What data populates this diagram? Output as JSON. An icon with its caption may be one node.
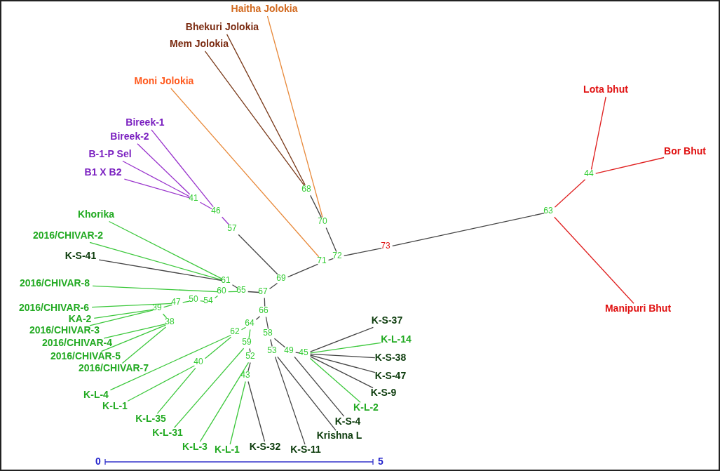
{
  "diagram": {
    "nodes": [
      {
        "text": [
          "Haitha Jolokia"
        ]
      },
      {
        "text": [
          "Bhekuri Jolokia"
        ]
      },
      {
        "text": [
          "Mem Jolokia"
        ]
      },
      {
        "text": [
          "Moni Jolokia"
        ]
      },
      {
        "text": [
          "Lota bhut"
        ]
      },
      {
        "text": [
          "Bor Bhut"
        ]
      },
      {
        "text": [
          "Manipuri Bhut"
        ]
      },
      {
        "text": [
          "Bireek-1"
        ]
      },
      {
        "text": [
          "Bireek-2"
        ]
      },
      {
        "text": [
          "B-1-P Sel"
        ]
      },
      {
        "text": [
          "B1 X B2"
        ]
      },
      {
        "text": [
          "Khorika"
        ]
      },
      {
        "text": [
          "2016/CHIVAR-2"
        ]
      },
      {
        "text": [
          "K-S-41"
        ]
      },
      {
        "text": [
          "2016/CHIVAR-8"
        ]
      },
      {
        "text": [
          "2016/CHIVAR-6"
        ]
      },
      {
        "text": [
          "KA-2"
        ]
      },
      {
        "text": [
          "2016/CHIVAR-3"
        ]
      },
      {
        "text": [
          "2016/CHIVAR-4"
        ]
      },
      {
        "text": [
          "2016/CHIVAR-5"
        ]
      },
      {
        "text": [
          "2016/CHIVAR-7"
        ]
      },
      {
        "text": [
          "K-L-4"
        ]
      },
      {
        "text": [
          "K-L-1"
        ]
      },
      {
        "text": [
          "K-L-35"
        ]
      },
      {
        "text": [
          "K-L-31"
        ]
      },
      {
        "text": [
          "K-L-3"
        ]
      },
      {
        "text": [
          "K-L-1"
        ]
      },
      {
        "text": [
          "K-S-32"
        ]
      },
      {
        "text": [
          "K-S-11"
        ]
      },
      {
        "text": [
          "Krishna L"
        ]
      },
      {
        "text": [
          "K-S-4"
        ]
      },
      {
        "text": [
          "K-L-2"
        ]
      },
      {
        "text": [
          "K-S-9"
        ]
      },
      {
        "text": [
          "K-S-47"
        ]
      },
      {
        "text": [
          "K-S-38"
        ]
      },
      {
        "text": [
          "K-L-14"
        ]
      },
      {
        "text": [
          "K-S-37"
        ]
      },
      {
        "text": [
          "68"
        ]
      },
      {
        "text": [
          "70"
        ]
      },
      {
        "text": [
          "72"
        ]
      },
      {
        "text": [
          "71"
        ]
      },
      {
        "text": [
          "73"
        ]
      },
      {
        "text": [
          "63"
        ]
      },
      {
        "text": [
          "44"
        ]
      },
      {
        "text": [
          "69"
        ]
      },
      {
        "text": [
          "57"
        ]
      },
      {
        "text": [
          "41"
        ]
      },
      {
        "text": [
          "46"
        ]
      },
      {
        "text": [
          "61"
        ]
      },
      {
        "text": [
          "65"
        ]
      },
      {
        "text": [
          "67"
        ]
      },
      {
        "text": [
          "60"
        ]
      },
      {
        "text": [
          "54"
        ]
      },
      {
        "text": [
          "50"
        ]
      },
      {
        "text": [
          "47"
        ]
      },
      {
        "text": [
          "39"
        ]
      },
      {
        "text": [
          "38"
        ]
      },
      {
        "text": [
          "66"
        ]
      },
      {
        "text": [
          "64"
        ]
      },
      {
        "text": [
          "62"
        ]
      },
      {
        "text": [
          "59"
        ]
      },
      {
        "text": [
          "52"
        ]
      },
      {
        "text": [
          "40"
        ]
      },
      {
        "text": [
          "43"
        ]
      },
      {
        "text": [
          "58"
        ]
      },
      {
        "text": [
          "53"
        ]
      },
      {
        "text": [
          "49"
        ]
      },
      {
        "text": [
          "45"
        ]
      }
    ],
    "edges": [
      {
        "from": 42,
        "to": 43,
        "arrow": "none",
        "color": "#e02020"
      },
      {
        "from": 43,
        "to": 4,
        "arrow": "none",
        "color": "#e02020"
      },
      {
        "from": 43,
        "to": 5,
        "arrow": "none",
        "color": "#e02020"
      },
      {
        "from": 42,
        "to": 6,
        "arrow": "none",
        "color": "#e02020"
      },
      {
        "from": 41,
        "to": 42,
        "arrow": "none"
      },
      {
        "from": 39,
        "to": 41,
        "arrow": "none"
      },
      {
        "from": 39,
        "to": 38,
        "arrow": "none"
      },
      {
        "from": 38,
        "to": 37,
        "arrow": "none"
      },
      {
        "from": 37,
        "to": 1,
        "arrow": "none",
        "color": "#7a3a1a"
      },
      {
        "from": 37,
        "to": 2,
        "arrow": "none",
        "color": "#7a3a1a"
      },
      {
        "from": 38,
        "to": 0,
        "arrow": "none",
        "color": "#e8893a"
      },
      {
        "from": 40,
        "to": 39,
        "arrow": "none"
      },
      {
        "from": 40,
        "to": 3,
        "arrow": "none",
        "color": "#e8893a"
      },
      {
        "from": 44,
        "to": 40,
        "arrow": "none"
      },
      {
        "from": 44,
        "to": 45,
        "arrow": "none"
      },
      {
        "from": 45,
        "to": 47,
        "arrow": "none",
        "color": "#9933cc"
      },
      {
        "from": 47,
        "to": 7,
        "arrow": "none",
        "color": "#9933cc"
      },
      {
        "from": 47,
        "to": 46,
        "arrow": "none",
        "color": "#9933cc"
      },
      {
        "from": 46,
        "to": 8,
        "arrow": "none",
        "color": "#9933cc"
      },
      {
        "from": 46,
        "to": 9,
        "arrow": "none",
        "color": "#9933cc"
      },
      {
        "from": 46,
        "to": 10,
        "arrow": "none",
        "color": "#9933cc"
      },
      {
        "from": 44,
        "to": 50,
        "arrow": "none"
      },
      {
        "from": 50,
        "to": 49,
        "arrow": "none"
      },
      {
        "from": 49,
        "to": 48,
        "arrow": "none"
      },
      {
        "from": 48,
        "to": 11,
        "arrow": "none",
        "color": "#3cc83c"
      },
      {
        "from": 48,
        "to": 12,
        "arrow": "none",
        "color": "#3cc83c"
      },
      {
        "from": 48,
        "to": 13,
        "arrow": "none"
      },
      {
        "from": 49,
        "to": 51,
        "arrow": "none",
        "color": "#3cc83c"
      },
      {
        "from": 51,
        "to": 14,
        "arrow": "none",
        "color": "#3cc83c"
      },
      {
        "from": 51,
        "to": 52,
        "arrow": "none",
        "color": "#3cc83c"
      },
      {
        "from": 52,
        "to": 53,
        "arrow": "none",
        "color": "#3cc83c"
      },
      {
        "from": 53,
        "to": 54,
        "arrow": "none",
        "color": "#3cc83c"
      },
      {
        "from": 54,
        "to": 15,
        "arrow": "none",
        "color": "#3cc83c"
      },
      {
        "from": 54,
        "to": 55,
        "arrow": "none",
        "color": "#3cc83c"
      },
      {
        "from": 55,
        "to": 16,
        "arrow": "none",
        "color": "#3cc83c"
      },
      {
        "from": 55,
        "to": 17,
        "arrow": "none",
        "color": "#3cc83c"
      },
      {
        "from": 55,
        "to": 56,
        "arrow": "none",
        "color": "#3cc83c"
      },
      {
        "from": 56,
        "to": 18,
        "arrow": "none",
        "color": "#3cc83c"
      },
      {
        "from": 56,
        "to": 19,
        "arrow": "none",
        "color": "#3cc83c"
      },
      {
        "from": 56,
        "to": 20,
        "arrow": "none",
        "color": "#3cc83c"
      },
      {
        "from": 50,
        "to": 57,
        "arrow": "none"
      },
      {
        "from": 57,
        "to": 58,
        "arrow": "none"
      },
      {
        "from": 58,
        "to": 59,
        "arrow": "none",
        "color": "#3cc83c"
      },
      {
        "from": 59,
        "to": 21,
        "arrow": "none",
        "color": "#3cc83c"
      },
      {
        "from": 59,
        "to": 62,
        "arrow": "none",
        "color": "#3cc83c"
      },
      {
        "from": 62,
        "to": 22,
        "arrow": "none",
        "color": "#3cc83c"
      },
      {
        "from": 62,
        "to": 23,
        "arrow": "none",
        "color": "#3cc83c"
      },
      {
        "from": 58,
        "to": 60,
        "arrow": "none",
        "color": "#3cc83c"
      },
      {
        "from": 60,
        "to": 24,
        "arrow": "none",
        "color": "#3cc83c"
      },
      {
        "from": 60,
        "to": 61,
        "arrow": "none"
      },
      {
        "from": 61,
        "to": 25,
        "arrow": "none",
        "color": "#3cc83c"
      },
      {
        "from": 61,
        "to": 63,
        "arrow": "none"
      },
      {
        "from": 63,
        "to": 26,
        "arrow": "none",
        "color": "#3cc83c"
      },
      {
        "from": 63,
        "to": 27,
        "arrow": "none"
      },
      {
        "from": 57,
        "to": 64,
        "arrow": "none"
      },
      {
        "from": 64,
        "to": 65,
        "arrow": "none"
      },
      {
        "from": 65,
        "to": 28,
        "arrow": "none"
      },
      {
        "from": 65,
        "to": 29,
        "arrow": "none"
      },
      {
        "from": 64,
        "to": 66,
        "arrow": "none"
      },
      {
        "from": 66,
        "to": 30,
        "arrow": "none"
      },
      {
        "from": 66,
        "to": 67,
        "arrow": "none"
      },
      {
        "from": 67,
        "to": 31,
        "arrow": "none",
        "color": "#3cc83c"
      },
      {
        "from": 67,
        "to": 32,
        "arrow": "none"
      },
      {
        "from": 67,
        "to": 33,
        "arrow": "none"
      },
      {
        "from": 67,
        "to": 34,
        "arrow": "none"
      },
      {
        "from": 67,
        "to": 35,
        "arrow": "none",
        "color": "#3cc83c"
      },
      {
        "from": 67,
        "to": 36,
        "arrow": "none"
      }
    ],
    "labels": [
      "0",
      "5"
    ]
  }
}
